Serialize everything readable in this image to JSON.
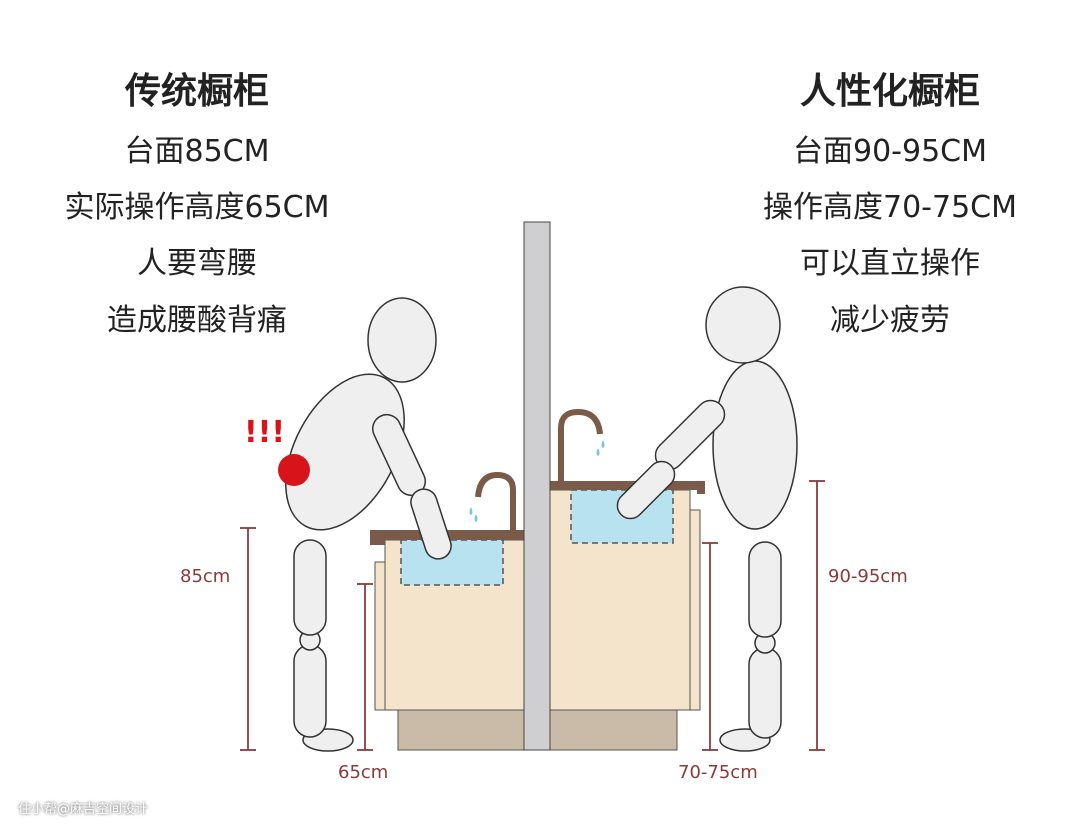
{
  "left": {
    "title": "传统橱柜",
    "lines": [
      "台面85CM",
      "实际操作高度65CM",
      "人要弯腰",
      "造成腰酸背痛"
    ],
    "counter_height_label": "85cm",
    "operating_height_label": "65cm",
    "alert": "!!!"
  },
  "right": {
    "title": "人性化橱柜",
    "lines": [
      "台面90-95CM",
      "操作高度70-75CM",
      "可以直立操作",
      "减少疲劳"
    ],
    "counter_height_label": "90-95cm",
    "operating_height_label": "70-75cm"
  },
  "watermark": "住小帮@麻吉空间设计",
  "colors": {
    "measure": "#8b3a3a",
    "countertop": "#7a5a48",
    "cabinet": "#f5e4cc",
    "base": "#c9bba7",
    "sink": "#b8e2f0",
    "pain": "#d7141a",
    "figure": "#efefef"
  }
}
